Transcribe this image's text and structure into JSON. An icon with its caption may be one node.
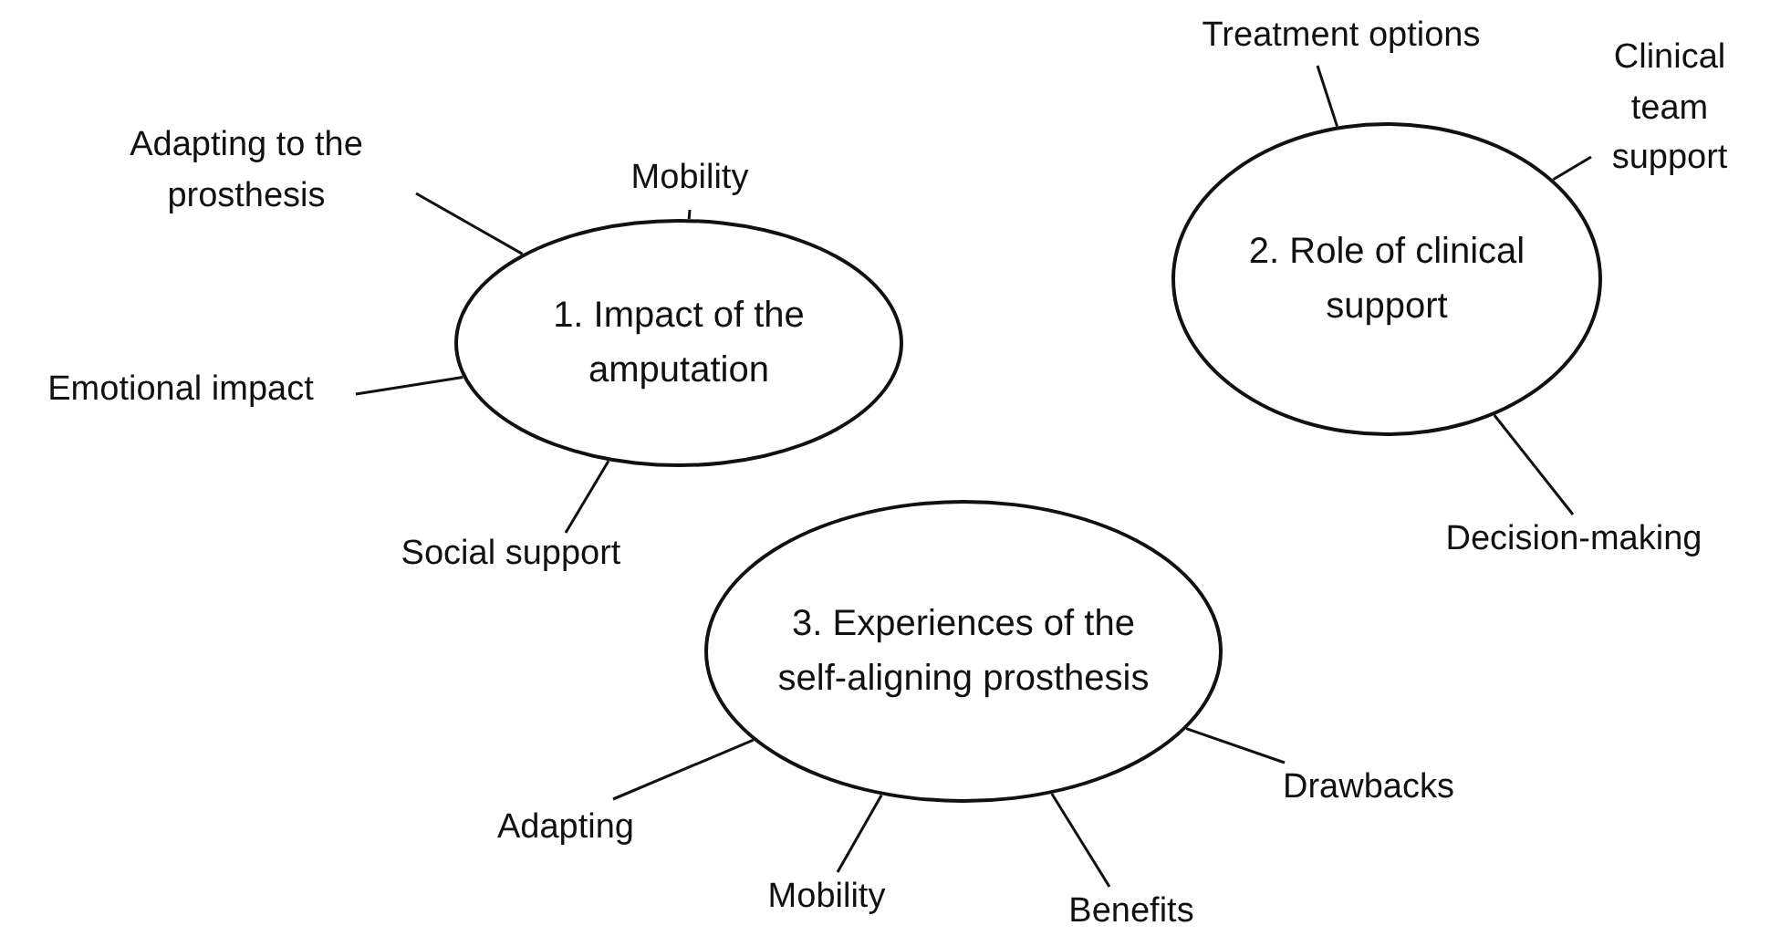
{
  "diagram": {
    "nodes": [
      {
        "text": [
          "1. Impact of the amputation"
        ]
      },
      {
        "text": [
          "Mobility"
        ]
      },
      {
        "text": [
          "Adapting to the prosthesis"
        ]
      },
      {
        "text": [
          "Emotional impact"
        ]
      },
      {
        "text": [
          "Social support"
        ]
      },
      {
        "text": [
          "2. Role of clinical support"
        ]
      },
      {
        "text": [
          "Treatment options"
        ]
      },
      {
        "text": [
          "Clinical team support"
        ]
      },
      {
        "text": [
          "Decision-making"
        ]
      },
      {
        "text": [
          "3. Experiences of the self-aligning prosthesis"
        ]
      },
      {
        "text": [
          "Adapting"
        ]
      },
      {
        "text": [
          "Mobility"
        ]
      },
      {
        "text": [
          "Benefits"
        ]
      },
      {
        "text": [
          "Drawbacks"
        ]
      }
    ],
    "edges": [
      {
        "from": 0,
        "to": 1,
        "arrow": "none"
      },
      {
        "from": 0,
        "to": 2,
        "arrow": "none"
      },
      {
        "from": 0,
        "to": 3,
        "arrow": "none"
      },
      {
        "from": 0,
        "to": 4,
        "arrow": "none"
      },
      {
        "from": 5,
        "to": 6,
        "arrow": "none"
      },
      {
        "from": 5,
        "to": 7,
        "arrow": "none"
      },
      {
        "from": 5,
        "to": 8,
        "arrow": "none"
      },
      {
        "from": 9,
        "to": 10,
        "arrow": "none"
      },
      {
        "from": 9,
        "to": 11,
        "arrow": "none"
      },
      {
        "from": 9,
        "to": 12,
        "arrow": "none"
      },
      {
        "from": 9,
        "to": 13,
        "arrow": "none"
      }
    ]
  }
}
